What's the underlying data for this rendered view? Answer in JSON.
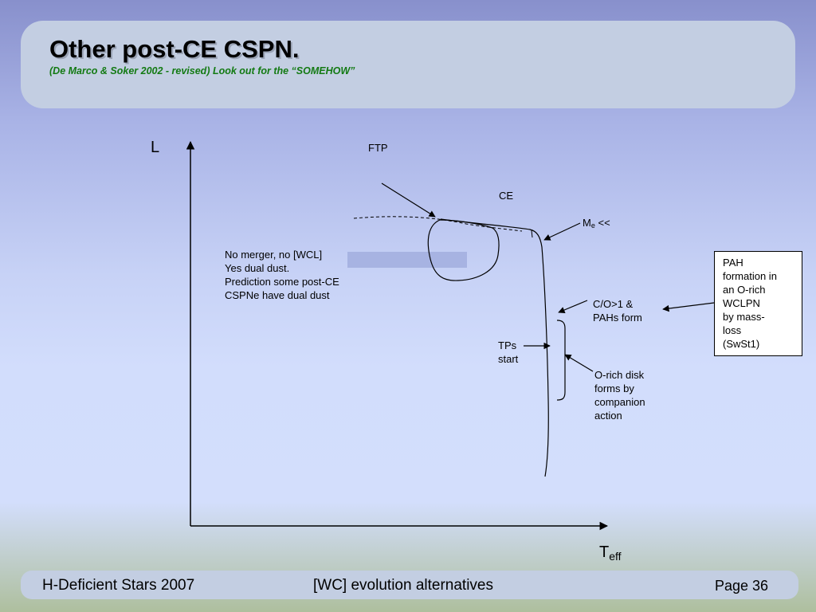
{
  "title": "Other post-CE CSPN.",
  "subtitle": "(De Marco & Soker 2002 - revised) Look out for the “SOMEHOW”",
  "diagram": {
    "y_axis_label": "L",
    "x_axis_label_base": "T",
    "x_axis_label_sub": "eff",
    "ftp_label": "FTP",
    "ce_label": "CE",
    "me_base": "M",
    "me_sub": "e",
    "me_suffix": " <<",
    "merger_text": [
      "No merger, no [WCL]",
      "Yes dual dust.",
      "Prediction some post-CE",
      "CSPNe have dual dust"
    ],
    "co_text": [
      "C/O>1 &",
      "PAHs form"
    ],
    "tps_text": [
      "TPs",
      "start"
    ],
    "disk_text": [
      "O-rich disk",
      "forms by",
      "companion",
      "action"
    ],
    "pah_box_text": [
      "PAH",
      "formation in",
      "an O-rich",
      "WCLPN",
      "by mass-",
      "loss",
      "(SwSt1)"
    ],
    "colors": {
      "highlight_bar": "#a7b3e2",
      "subtitle": "#137a13"
    }
  },
  "footer": {
    "left": "H-Deficient Stars 2007",
    "center": "[WC] evolution alternatives",
    "right": "Page 36"
  }
}
